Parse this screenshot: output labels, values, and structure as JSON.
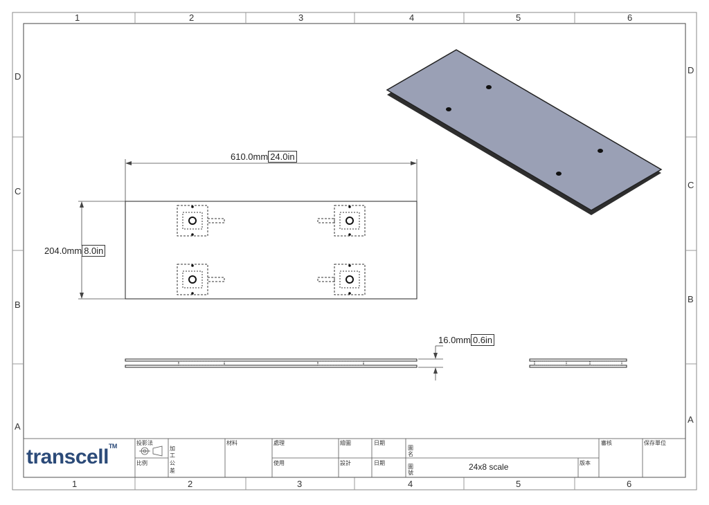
{
  "zones": {
    "columns": [
      "1",
      "2",
      "3",
      "4",
      "5",
      "6"
    ],
    "rows": [
      "D",
      "C",
      "B",
      "A"
    ]
  },
  "dimensions": {
    "length_mm": "610.0mm",
    "length_in": "24.0in",
    "width_mm": "204.0mm",
    "width_in": "8.0in",
    "thickness_mm": "16.0mm",
    "thickness_in": "0.6in"
  },
  "title_block": {
    "logo": "transcell",
    "logo_tm": "TM",
    "projection": "投影法",
    "scale_label": "比例",
    "process_label_1": "加",
    "process_label_2": "工",
    "process_label_3": "公",
    "process_label_4": "差",
    "material": "材料",
    "treatment": "處理",
    "usage": "使用",
    "draw": "繪圖",
    "design": "設計",
    "date1": "日期",
    "date2": "日期",
    "title_label_1": "圖",
    "title_label_2": "名",
    "number_label_1": "圖",
    "number_label_2": "號",
    "drawing_name": "24x8 scale",
    "version": "版本",
    "review": "審核",
    "save_unit": "保存單位"
  },
  "colors": {
    "plate_face": "#9aa0b5",
    "plate_edge": "#2a2a2a",
    "logo": "#2b4a78"
  }
}
